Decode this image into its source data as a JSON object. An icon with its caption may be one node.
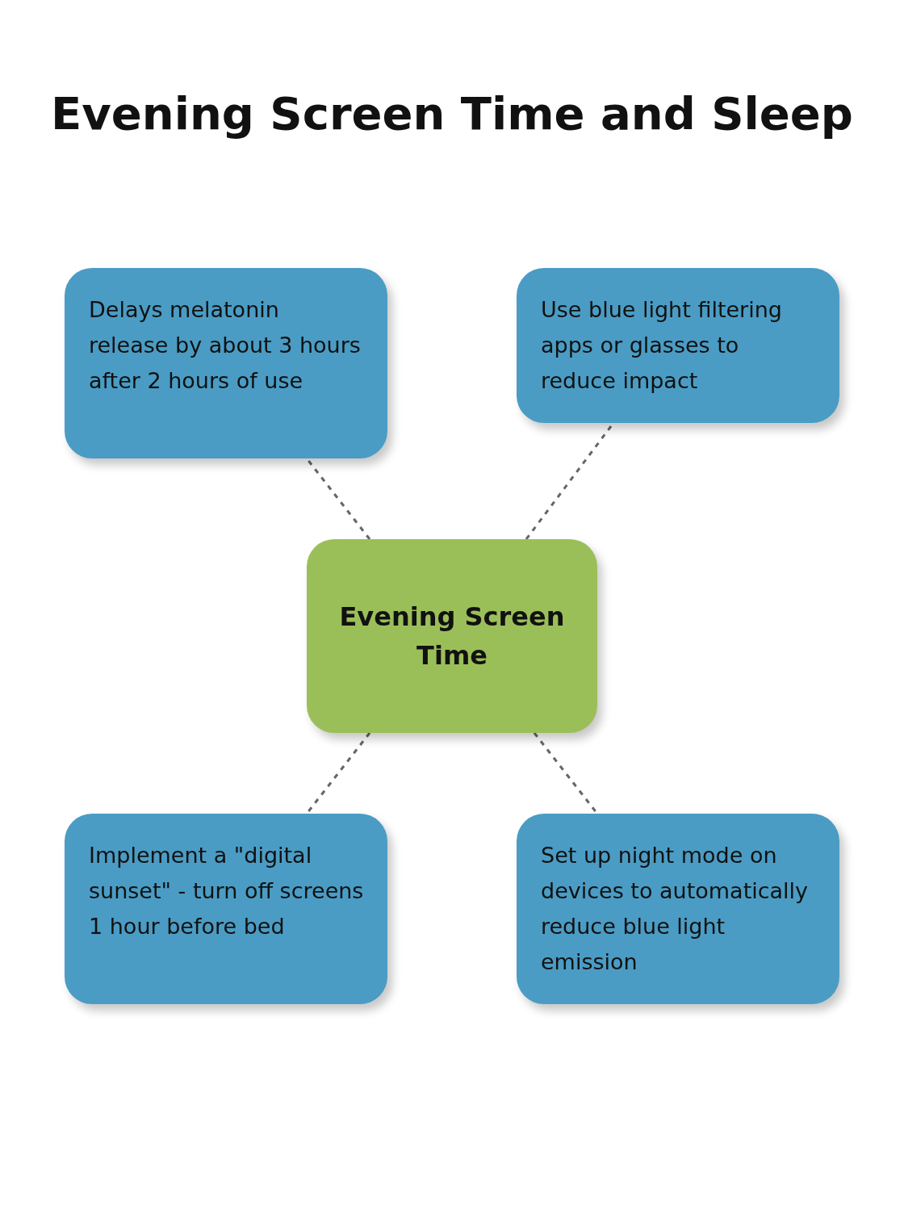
{
  "diagram": {
    "title": "Evening Screen Time and Sleep",
    "nodes": [
      {
        "text": [
          "Delays melatonin release by about 3 hours after 2 hours of use"
        ]
      },
      {
        "text": [
          "Use blue light filtering apps or glasses to reduce impact"
        ]
      },
      {
        "text": [
          "Evening Screen Time"
        ]
      },
      {
        "text": [
          "Implement a \"digital sunset\" - turn off screens 1 hour before bed"
        ]
      },
      {
        "text": [
          "Set up night mode on devices to automatically reduce blue light emission"
        ]
      }
    ],
    "edges": [
      {
        "from": 2,
        "to": 0,
        "arrow": "none",
        "style": "dashed"
      },
      {
        "from": 2,
        "to": 1,
        "arrow": "none",
        "style": "dashed"
      },
      {
        "from": 2,
        "to": 3,
        "arrow": "none",
        "style": "dashed"
      },
      {
        "from": 2,
        "to": 4,
        "arrow": "none",
        "style": "dashed"
      }
    ]
  }
}
